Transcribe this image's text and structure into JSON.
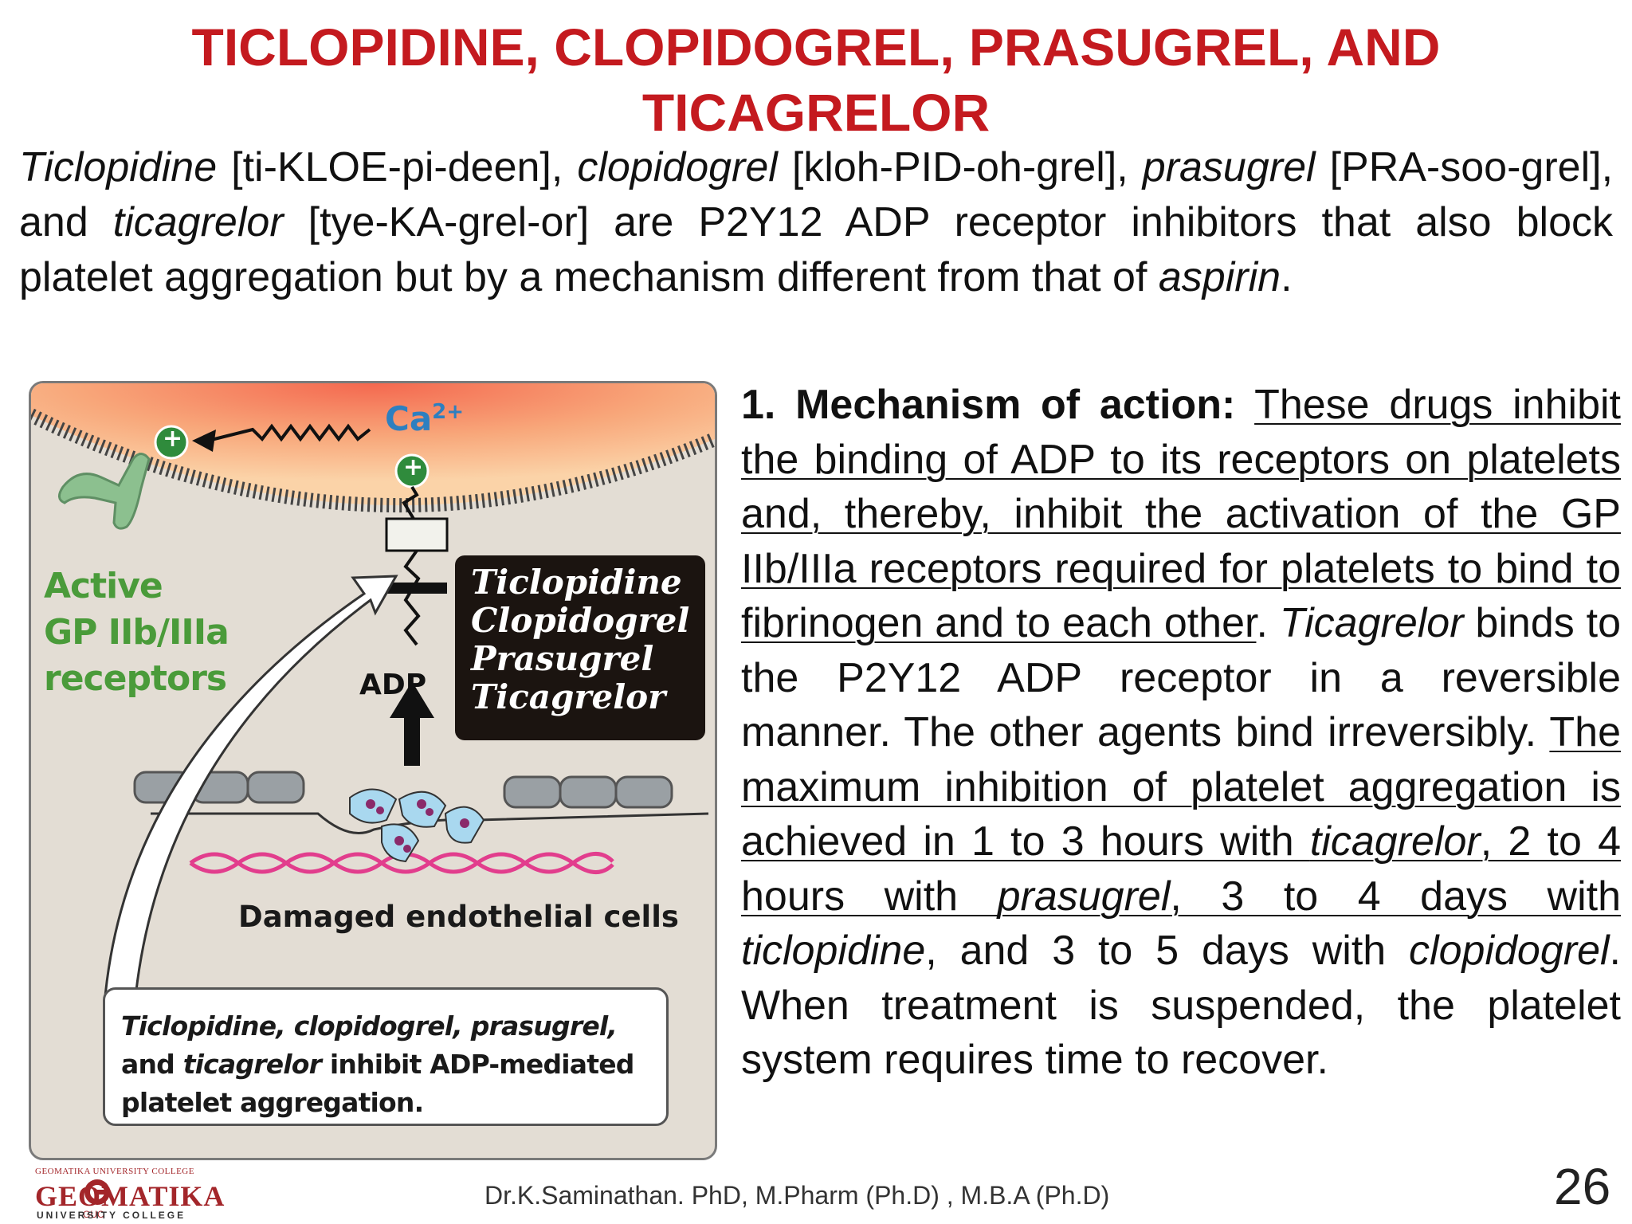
{
  "slide": {
    "title_line1": "TICLOPIDINE, CLOPIDOGREL, PRASUGREL, AND",
    "title_line2": "TICAGRELOR",
    "intro": {
      "drug1": "Ticlopidine",
      "pron1": " [ti-KLOE-pi-deen], ",
      "drug2": "clopidogrel",
      "pron2": " [kloh-PID-oh-grel], ",
      "drug3": "prasugrel",
      "pron3": " [PRA-soo-grel], and ",
      "drug4": "ticagrelor",
      "rest": " [tye-KA-grel-or] are P2Y12 ADP receptor inhibitors that also block platelet aggregation but by a mechanism different from that of ",
      "drug5": "aspirin",
      "end": "."
    },
    "mechanism": {
      "heading": "1. Mechanism of action:",
      "u1": "These drugs inhibit the binding of ADP to its receptors on platelets and, thereby, inhibit the activation of the GP IIb/IIIa receptors required for platelets to bind to fibrinogen and to each other",
      "t1": ". ",
      "i1": "Ticagrelor",
      "t2": " binds to the P2Y12 ADP receptor in a reversible manner. The other agents bind irreversibly. ",
      "u2": "The maximum inhibition of platelet aggregation is achieved in 1 to 3 hours with ",
      "u2i": "ticagrelor",
      "u3": ", 2 to 4 hours with ",
      "u3i": "prasugrel",
      "u4": ", 3 to 4 days with ",
      "i2": "ticlopidine",
      "t3": ", and 3 to 5 days with ",
      "i3": "clopidogrel",
      "t4": ". When treatment is suspended, the platelet system requires time to recover."
    },
    "figure": {
      "active_line1": "Active",
      "active_line2": "GP IIb/IIIa",
      "active_line3": "receptors",
      "ca": "Ca",
      "ca_charge": "2+",
      "plus": "+",
      "adp": "ADP",
      "drugs": [
        "Ticlopidine",
        "Clopidogrel",
        "Prasugrel",
        "Ticagrelor"
      ],
      "damaged": "Damaged endothelial cells",
      "caption_i1": "Ticlopidine, clopidogrel, prasugrel,",
      "caption_t1": "and ",
      "caption_i2": "ticagrelor",
      "caption_t2": " inhibit ADP-mediated",
      "caption_t3": "platelet aggregation."
    },
    "logo": {
      "small": "GEOMATIKA UNIVERSITY COLLEGE",
      "main": "GEOMATIKA",
      "sub": "UNIVERSITY COLLEGE",
      "mark": "GUC"
    },
    "footer": "Dr.K.Saminathan. PhD, M.Pharm (Ph.D) , M.B.A (Ph.D)",
    "page_number": "26",
    "colors": {
      "title": "#c41a1f",
      "green": "#4a9b3a",
      "calcium": "#2d7fc0"
    }
  }
}
